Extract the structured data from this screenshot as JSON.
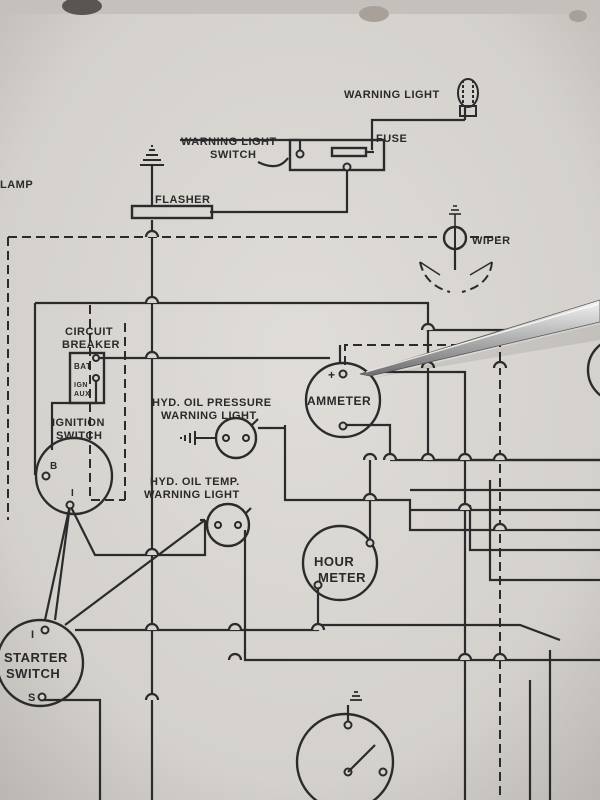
{
  "labels": {
    "warning_light": "WARNING LIGHT",
    "warning_light_switch_1": "WARNING LIGHT",
    "warning_light_switch_2": "SWITCH",
    "fuse": "FUSE",
    "lamp": "LAMP",
    "flasher": "FLASHER",
    "wiper": "WIPER",
    "circuit_breaker_1": "CIRCUIT",
    "circuit_breaker_2": "BREAKER",
    "bat": "BAT",
    "ign": "IGN",
    "aux": "AUX",
    "ignition_switch_1": "IGNITION",
    "ignition_switch_2": "SWITCH",
    "terminal_b": "B",
    "terminal_i": "I",
    "hyd_oil_pressure_1": "HYD. OIL PRESSURE",
    "hyd_oil_pressure_2": "WARNING LIGHT",
    "hyd_oil_temp_1": "HYD. OIL TEMP.",
    "hyd_oil_temp_2": "WARNING LIGHT",
    "ammeter": "AMMETER",
    "ammeter_plus": "+",
    "hour_meter_1": "HOUR",
    "hour_meter_2": "METER",
    "starter_switch_1": "STARTER",
    "starter_switch_2": "SWITCH",
    "starter_i": "I",
    "starter_s": "S"
  }
}
